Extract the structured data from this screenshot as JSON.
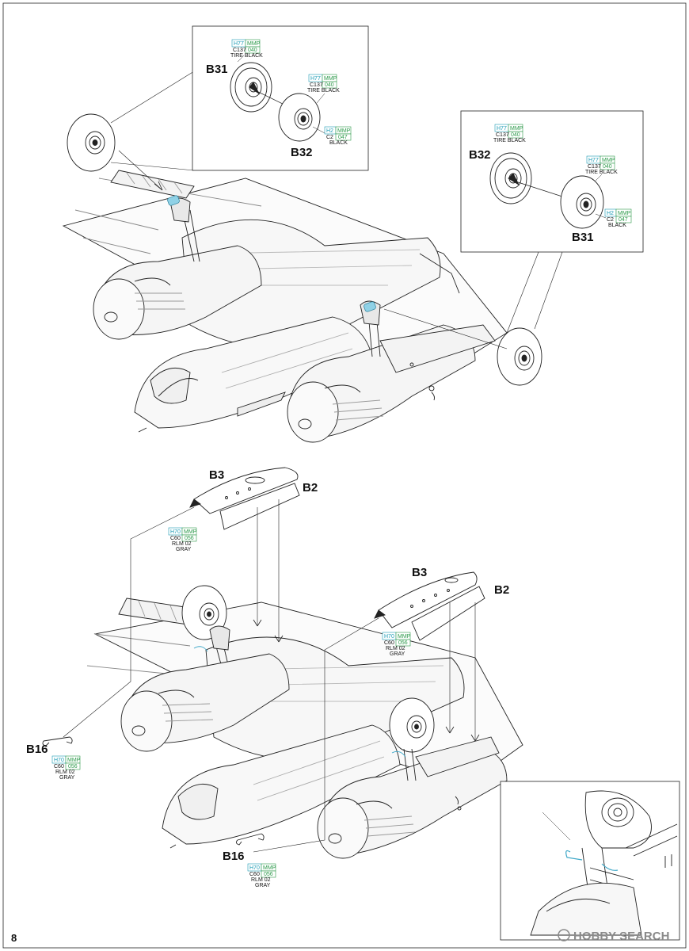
{
  "page": {
    "number": "8"
  },
  "inset_top_left": {
    "parts": [
      {
        "id": "B31",
        "paint": {
          "h": "H77",
          "mmp": "MMP",
          "c": "C137",
          "mmp_no": "040",
          "name": "TIRE BLACK"
        }
      },
      {
        "id": "B32",
        "paint": {
          "h": "H77",
          "mmp": "MMP",
          "c": "C137",
          "mmp_no": "040",
          "name": "TIRE BLACK"
        },
        "hub_paint": {
          "h": "H2",
          "mmp": "MMP",
          "c": "C2",
          "mmp_no": "047",
          "name": "BLACK"
        }
      }
    ]
  },
  "inset_top_right": {
    "parts": [
      {
        "id": "B32",
        "paint": {
          "h": "H77",
          "mmp": "MMP",
          "c": "C137",
          "mmp_no": "040",
          "name": "TIRE BLACK"
        }
      },
      {
        "id": "B31",
        "paint": {
          "h": "H77",
          "mmp": "MMP",
          "c": "C137",
          "mmp_no": "040",
          "name": "TIRE BLACK"
        },
        "hub_paint": {
          "h": "H2",
          "mmp": "MMP",
          "c": "C2",
          "mmp_no": "047",
          "name": "BLACK"
        }
      }
    ]
  },
  "lower_section": {
    "left_doors": {
      "b3": "B3",
      "b2": "B2",
      "paint": {
        "h": "H70",
        "mmp": "MMP",
        "c": "C60",
        "mmp_no": "056",
        "name_1": "RLM 02",
        "name_2": "GRAY"
      }
    },
    "right_doors": {
      "b3": "B3",
      "b2": "B2",
      "paint": {
        "h": "H70",
        "mmp": "MMP",
        "c": "C60",
        "mmp_no": "056",
        "name_1": "RLM 02",
        "name_2": "GRAY"
      }
    },
    "left_rod": {
      "id": "B16",
      "paint": {
        "h": "H70",
        "mmp": "MMP",
        "c": "C60",
        "mmp_no": "056",
        "name_1": "RLM 02",
        "name_2": "GRAY"
      }
    },
    "bottom_rod": {
      "id": "B16",
      "paint": {
        "h": "H70",
        "mmp": "MMP",
        "c": "C60",
        "mmp_no": "056",
        "name_1": "RLM 02",
        "name_2": "GRAY"
      }
    }
  },
  "watermark": {
    "text": "HOBBY SEARCH"
  }
}
